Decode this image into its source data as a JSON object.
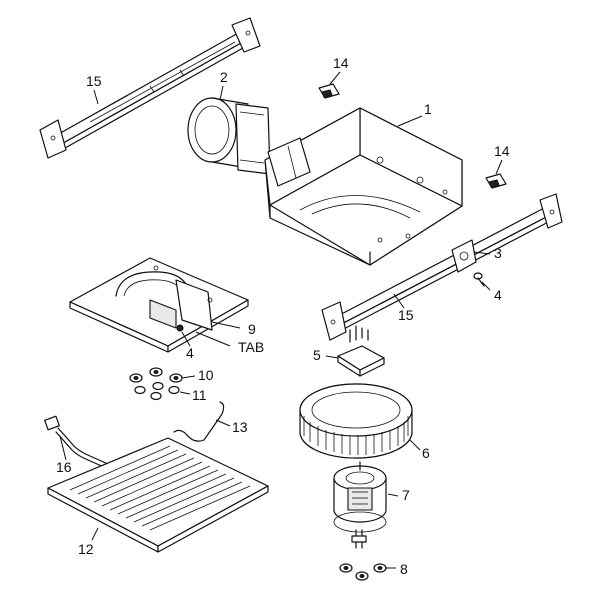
{
  "diagram": {
    "labels": {
      "p1": "1",
      "p2": "2",
      "p3": "3",
      "p4a": "4",
      "p4b": "4",
      "p5": "5",
      "p6": "6",
      "p7": "7",
      "p8": "8",
      "p9": "9",
      "tab": "TAB",
      "p10": "10",
      "p11": "11",
      "p12": "12",
      "p13": "13",
      "p14a": "14",
      "p14b": "14",
      "p15a": "15",
      "p15b": "15",
      "p16": "16"
    }
  }
}
